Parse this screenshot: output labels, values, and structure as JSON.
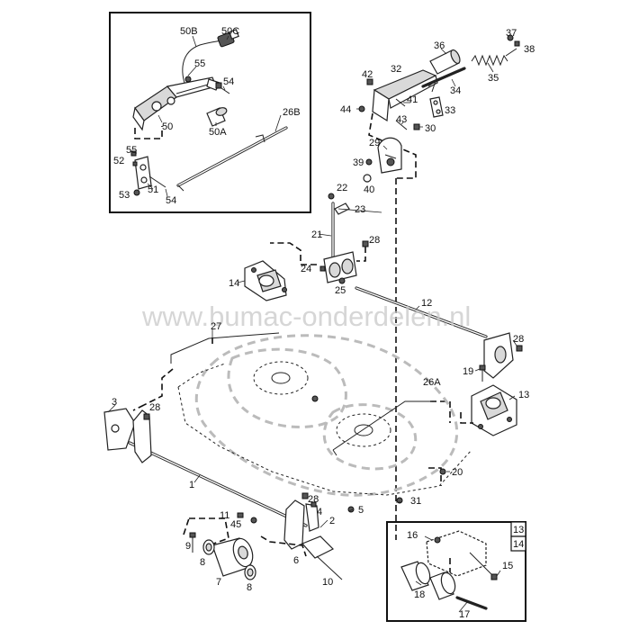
{
  "watermark": "www.bumac-onderdelen.nl",
  "callouts": {
    "c50B": "50B",
    "c50C": "50C",
    "c55a": "55",
    "c54a": "54",
    "c50": "50",
    "c50A": "50A",
    "c26B": "26B",
    "c55b": "55",
    "c52": "52",
    "c51": "51",
    "c53": "53",
    "c54b": "54",
    "c37": "37",
    "c38": "38",
    "c36": "36",
    "c35": "35",
    "c42": "42",
    "c32": "32",
    "c34": "34",
    "c41": "41",
    "c44": "44",
    "c43": "43",
    "c33": "33",
    "c30": "30",
    "c29": "29",
    "c39": "39",
    "c40": "40",
    "c22": "22",
    "c23": "23",
    "c21": "21",
    "c28a": "28",
    "c24": "24",
    "c25": "25",
    "c14": "14",
    "c12": "12",
    "c27": "27",
    "c28b": "28",
    "c19": "19",
    "c26A": "26A",
    "c13": "13",
    "c3": "3",
    "c28c": "28",
    "c20": "20",
    "c1": "1",
    "c28d": "28",
    "c4": "4",
    "c11": "11",
    "c45": "45",
    "c2": "2",
    "c5": "5",
    "c31": "31",
    "c9": "9",
    "c8a": "8",
    "c6": "6",
    "c7": "7",
    "c8b": "8",
    "c10": "10",
    "c16": "16",
    "c15": "15",
    "c18": "18",
    "c17": "17"
  },
  "inset_tag": {
    "top": "13",
    "bottom": "14"
  },
  "colors": {
    "line": "#222222",
    "watermark": "#c8c8c8",
    "background": "#ffffff"
  }
}
